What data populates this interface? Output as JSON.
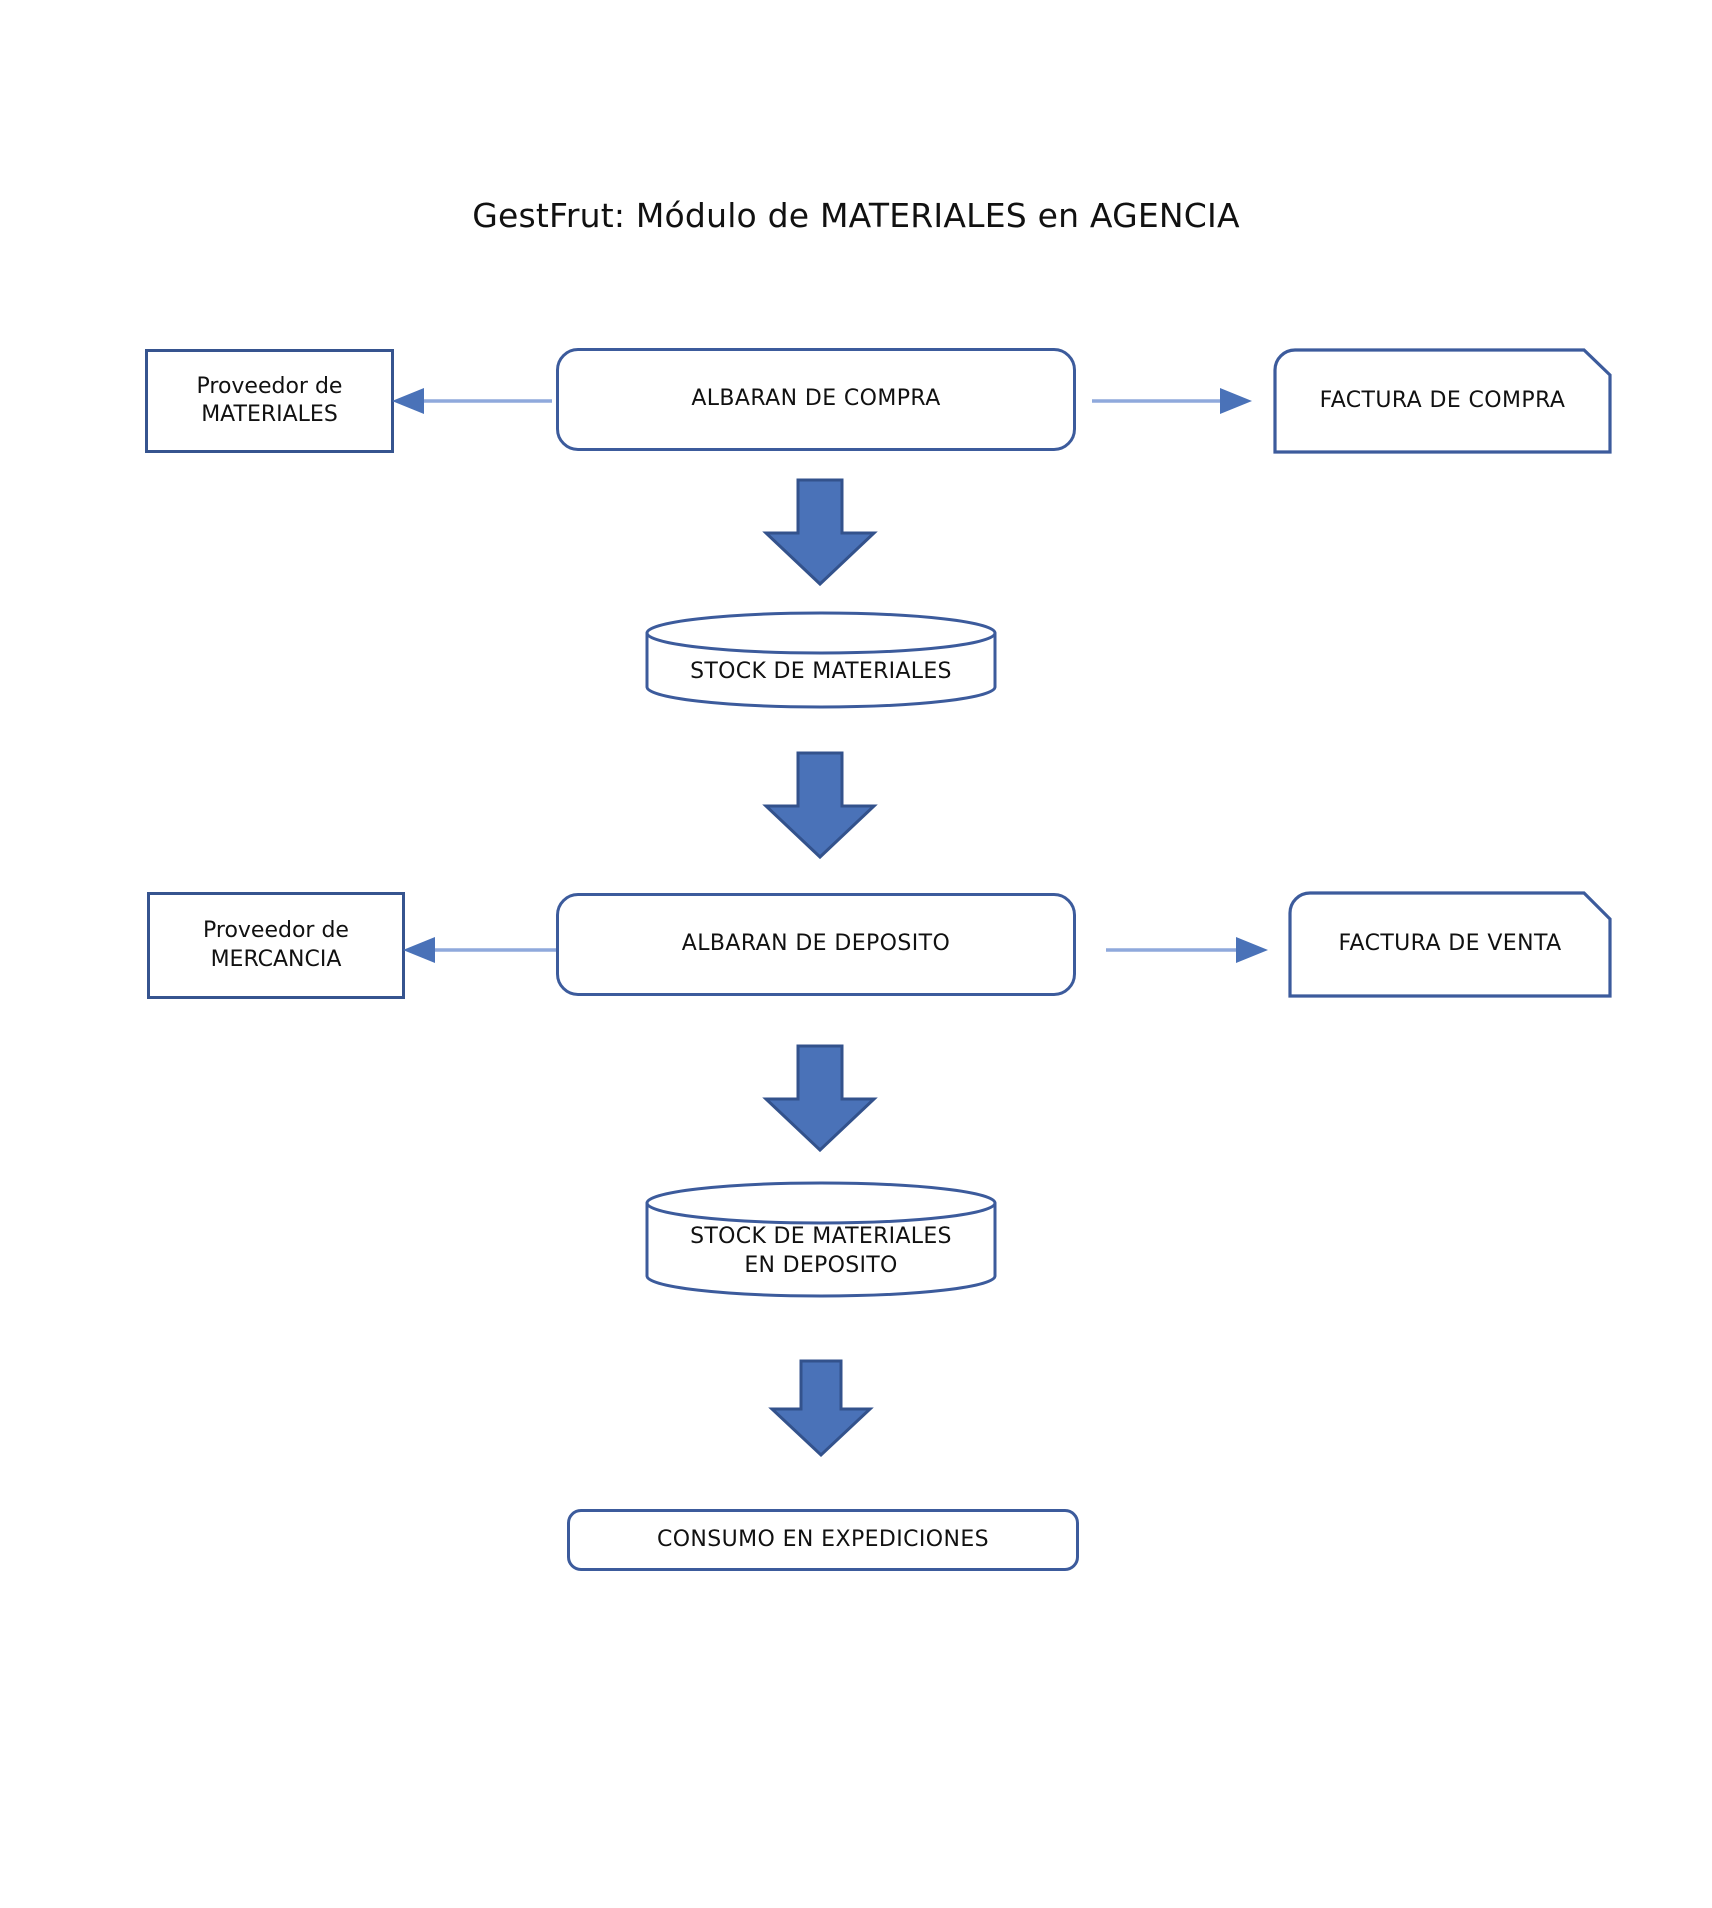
{
  "title": "GestFrut: Módulo de MATERIALES en AGENCIA",
  "colors": {
    "node_border_rect": "#36548F",
    "node_border_round": "#3C5B9C",
    "node_fill": "#FFFFFF",
    "block_arrow_fill": "#4A72B8",
    "block_arrow_stroke": "#33528C",
    "connector_line": "#8FA9DC",
    "connector_head": "#4A72B8",
    "text": "#111111"
  },
  "nodes": {
    "proveedor_materiales": {
      "label_line1": "Proveedor de",
      "label_line2": "MATERIALES",
      "shape": "rectangle"
    },
    "albaran_compra": {
      "label": "ALBARAN DE COMPRA",
      "shape": "rounded-rectangle"
    },
    "factura_compra": {
      "label": "FACTURA DE COMPRA",
      "shape": "document-snip"
    },
    "stock_materiales": {
      "label": "STOCK DE MATERIALES",
      "shape": "cylinder"
    },
    "proveedor_mercancia": {
      "label_line1": "Proveedor de",
      "label_line2": "MERCANCIA",
      "shape": "rectangle"
    },
    "albaran_deposito": {
      "label": "ALBARAN DE DEPOSITO",
      "shape": "rounded-rectangle"
    },
    "factura_venta": {
      "label": "FACTURA DE VENTA",
      "shape": "document-snip"
    },
    "stock_materiales_deposito": {
      "label_line1": "STOCK DE MATERIALES",
      "label_line2": "EN DEPOSITO",
      "shape": "cylinder"
    },
    "consumo_expediciones": {
      "label": "CONSUMO EN EXPEDICIONES",
      "shape": "rounded-rectangle"
    }
  },
  "edges": [
    {
      "name": "albaran-compra-to-proveedor-materiales",
      "direction": "left"
    },
    {
      "name": "albaran-compra-to-factura-compra",
      "direction": "right"
    },
    {
      "name": "albaran-compra-to-stock-materiales",
      "direction": "down"
    },
    {
      "name": "stock-materiales-to-albaran-deposito",
      "direction": "down"
    },
    {
      "name": "albaran-deposito-to-proveedor-mercancia",
      "direction": "left"
    },
    {
      "name": "albaran-deposito-to-factura-venta",
      "direction": "right"
    },
    {
      "name": "albaran-deposito-to-stock-deposito",
      "direction": "down"
    },
    {
      "name": "stock-deposito-to-consumo",
      "direction": "down"
    }
  ]
}
